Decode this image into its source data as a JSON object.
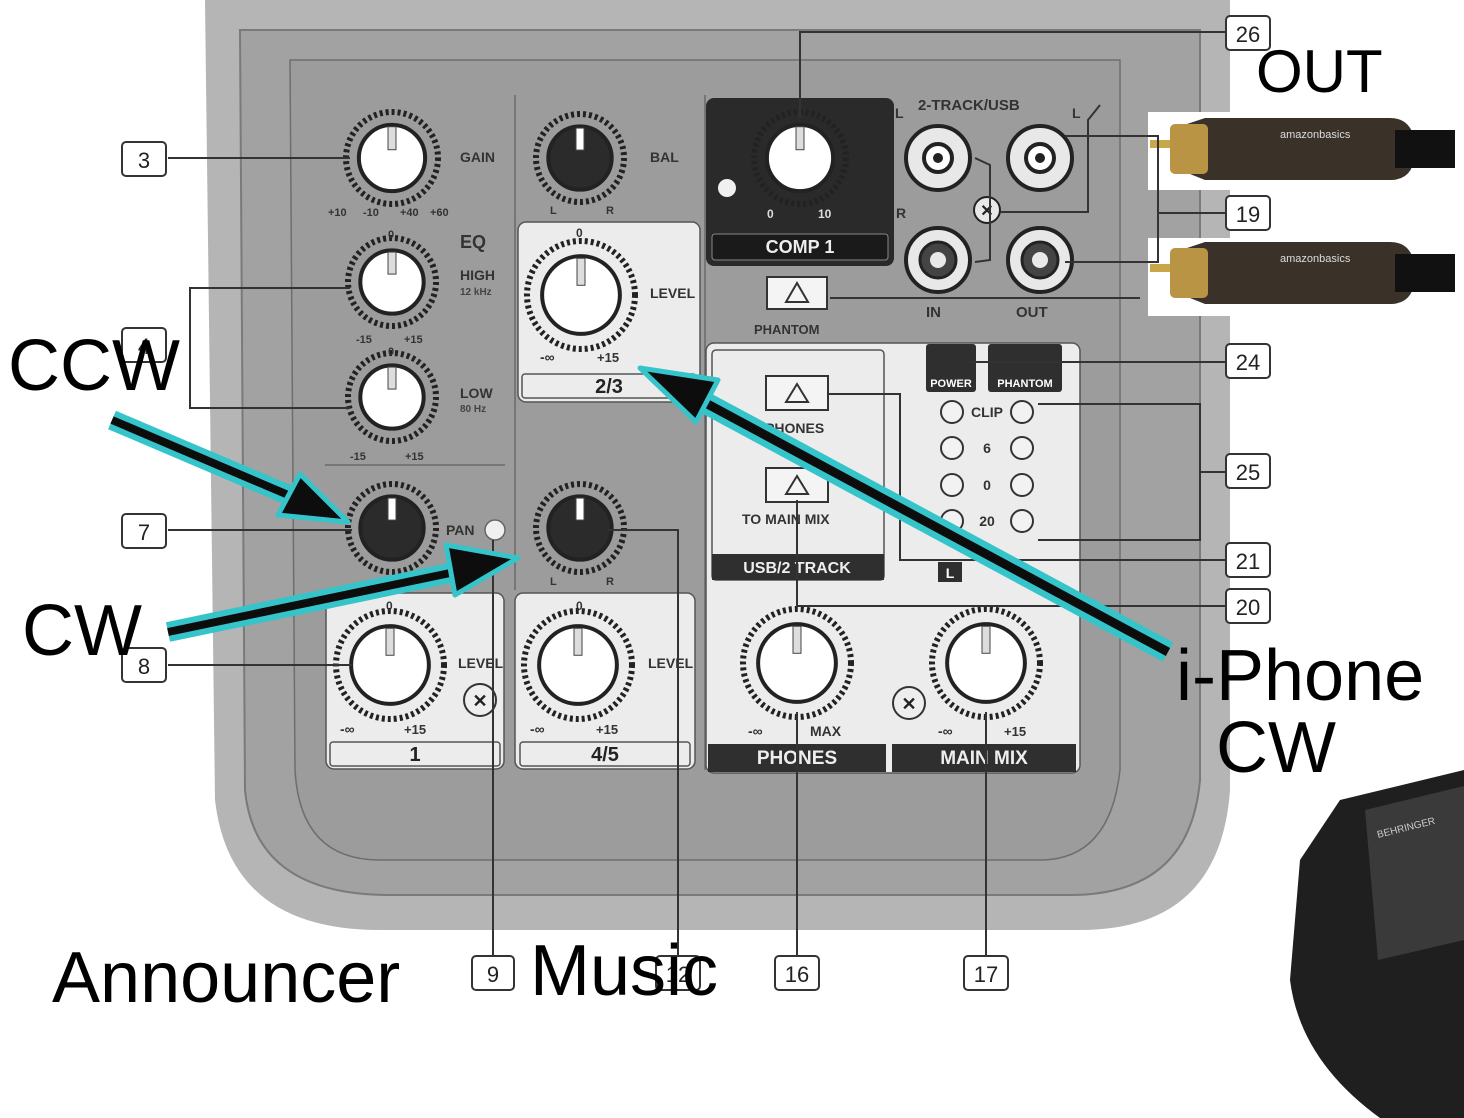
{
  "colors": {
    "panel": "#a5a5a5",
    "panel_dark": "#8e8e8e",
    "section_white": "#ececec",
    "knob_dark": "#2b2b2b",
    "arrow_cyan": "#35c4c9",
    "arrow_core": "#0d0d0d",
    "callout_line": "#333333"
  },
  "callouts": {
    "c3": "3",
    "c4": "4",
    "c7": "7",
    "c8": "8",
    "c9": "9",
    "c12": "12",
    "c16": "16",
    "c17": "17",
    "c19": "19",
    "c20": "20",
    "c21": "21",
    "c24": "24",
    "c25": "25",
    "c26": "26"
  },
  "labels": {
    "gain": "GAIN",
    "gain_ticks": [
      "+10",
      "-10",
      "+40",
      "+60"
    ],
    "bal": "BAL",
    "l": "L",
    "r": "R",
    "eq": "EQ",
    "high": "HIGH",
    "high_freq": "12 kHz",
    "low": "LOW",
    "low_freq": "80 Hz",
    "minus15": "-15",
    "plus15": "+15",
    "zero": "0",
    "pan": "PAN",
    "level": "LEVEL",
    "neg_inf": "-∞",
    "ch1": "1",
    "ch23": "2/3",
    "ch45": "4/5",
    "comp": "COMP 1",
    "comp_zero": "0",
    "comp_ten": "10",
    "two_track": "2-TRACK/USB",
    "in": "IN",
    "out": "OUT",
    "phantom": "PHANTOM",
    "to_phones": "TO PHONES",
    "to_main_mix": "TO MAIN MIX",
    "usb_2track": "USB/2 TRACK",
    "power": "POWER",
    "clip": "CLIP",
    "meter_6": "6",
    "meter_0": "0",
    "meter_20": "20",
    "phones": "PHONES",
    "main_mix": "MAIN MIX",
    "max": "MAX",
    "cable_brand": "amazonbasics",
    "adapter_brand": "BEHRINGER"
  },
  "annotations": {
    "out_label": "OUT",
    "ccw_label": "CCW",
    "cw_label": "CW",
    "iphone_line1": "i-Phone",
    "iphone_line2": "CW",
    "announcer_label": "Announcer",
    "music_label": "Music"
  }
}
